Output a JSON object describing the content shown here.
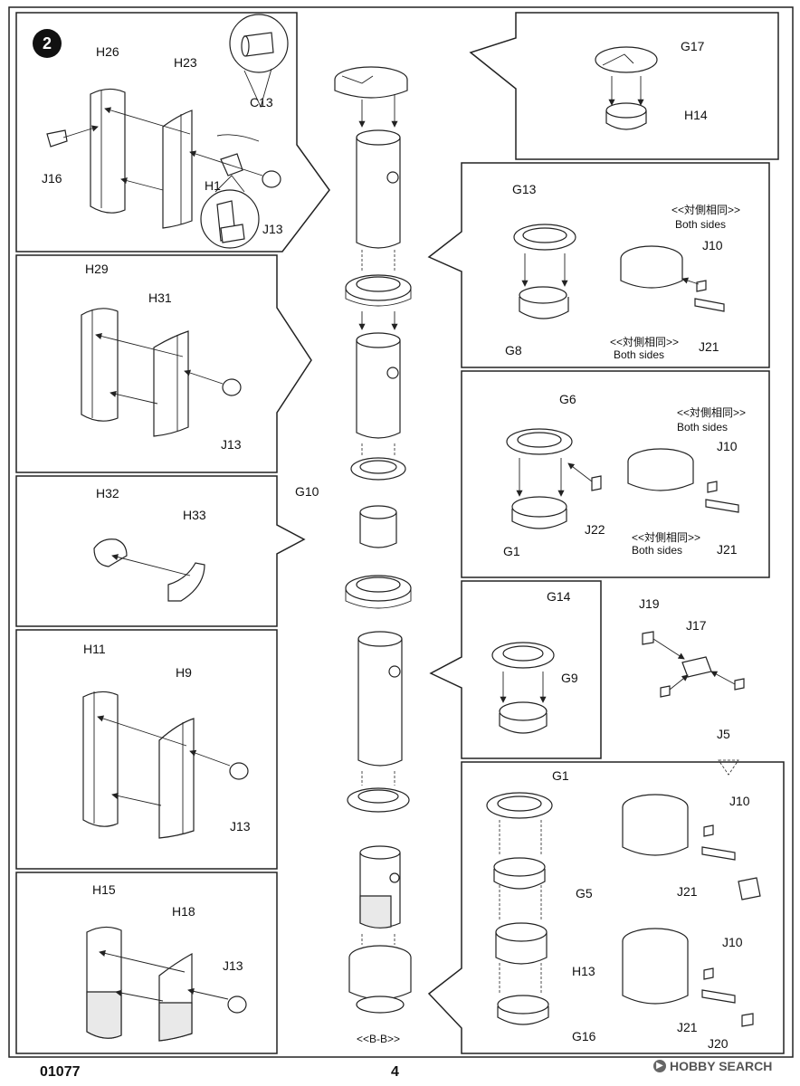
{
  "document": {
    "number": "01077",
    "page": "4",
    "step": "2",
    "view_label": "<<B-B>>"
  },
  "watermark": {
    "text": "HOBBY SEARCH",
    "logo_icon": "hobby-search-logo-icon"
  },
  "callouts": {
    "both_sides_cn": "<<対側相同>>",
    "both_sides_en": "Both sides"
  },
  "panels": {
    "p1": {
      "a": "H26",
      "b": "H23",
      "c": "C13",
      "d": "J16",
      "e": "H1",
      "f": "J13"
    },
    "p2": {
      "a": "H29",
      "b": "H31",
      "c": "J13"
    },
    "p3": {
      "a": "H32",
      "b": "H33"
    },
    "p4": {
      "a": "H11",
      "b": "H9",
      "c": "J13"
    },
    "p5": {
      "a": "H15",
      "b": "H18",
      "c": "J13"
    },
    "center": {
      "a": "G10"
    },
    "r1": {
      "a": "G17",
      "b": "H14"
    },
    "r2": {
      "a": "G13",
      "b": "G8",
      "c": "J10",
      "d": "J21"
    },
    "r3": {
      "a": "G6",
      "b": "G1",
      "c": "J22",
      "d": "J10",
      "e": "J21"
    },
    "r4": {
      "a": "G14",
      "b": "G9",
      "c": "J19",
      "d": "J17",
      "e": "J5"
    },
    "r5": {
      "a": "G1",
      "b": "G5",
      "c": "H13",
      "d": "G16",
      "e": "J10",
      "f": "J21",
      "g": "J10",
      "h": "J21",
      "i": "J20"
    }
  }
}
